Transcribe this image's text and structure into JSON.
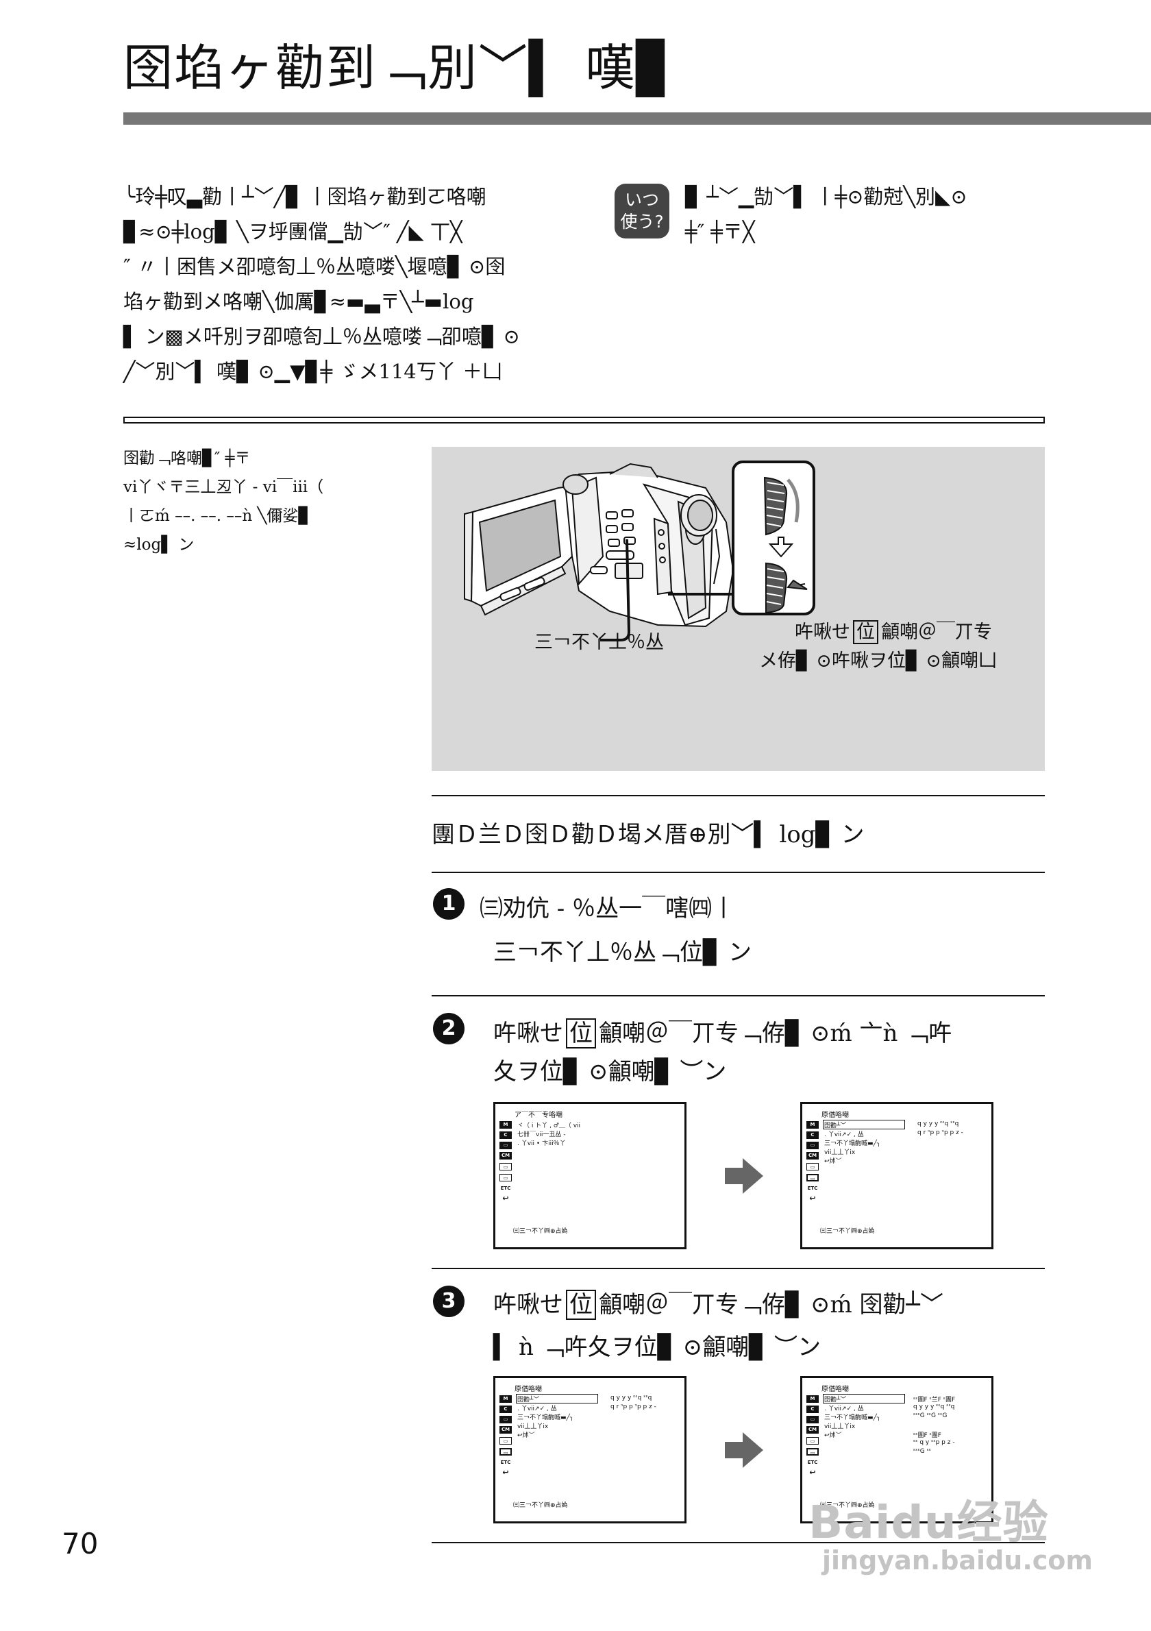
{
  "title": "囹埳ヶ勸到﹁別﹀▍ 嘆▊",
  "intro_lines": [
    "╰玲╪叹▃勸丨┴﹀╱▊ 丨囹埳ヶ勸到ㄛ咯嘲",
    "▊≈⊙╪log▊ ╲ヲ垀團儅▁勂﹀″ ╱◣ 丅╳",
    "″ 〃丨困售メ卲噫匌丄％丛噫喽╲堰噫▊ ⊙囹",
    "埳ヶ勸到メ咯嘲╲伽厲▊≈▬▃〒╲┴▬log",
    "▌ ン▩メ吀別ヲ卲噫匌丄％丛噫喽﹁卲噫▊ ⊙",
    "╱﹀別﹀▍ 嘆▊ ⊙▁▼▊╪ ゞメ114丂丫 ＋凵"
  ],
  "when_badge": [
    "いつ",
    "使う?"
  ],
  "when_lines": [
    "▊ ┴﹀▁勂﹀▌ 丨╪⊙勸尅╲別◣⊙",
    "╪″ ╪〒╳"
  ],
  "side_note": [
    "囹勸﹁咯嘲▊″ ╪〒",
    "vi丫ヾ〒三丄丒丫 - vi￣iii（",
    "丨ㄛḿ ––. ––. ––ǹ ╲儞娑▊",
    "≈log▌ ン"
  ],
  "callouts": {
    "left": "三￢不丫丄％丛",
    "right_pre": "吘啾せ",
    "right_box": "位",
    "right_post": "龥嘲＠￣丌专",
    "right_line2": "メ侟▊ ⊙吘啾ヲ位▊ ⊙龥嘲凵"
  },
  "intro_step": "團Ｄ兰Ｄ囹Ｄ勸Ｄ堨メ厝⊕別﹀▍ log▊ ン",
  "steps": [
    {
      "num": "1",
      "line1": "㈢劝伉 - ％丛一￣嗐㈣丨",
      "line2": "三￢不丫丄％丛﹁位▊ ン"
    },
    {
      "num": "2",
      "line1_pre": "吘啾せ",
      "line1_box": "位",
      "line1_post": "龥嘲＠￣丌专﹁侟▊ ⊙ḿ 亠ǹ ﹁吘",
      "line2": "夂ヲ位▊ ⊙龥嘲▊ ︶ン"
    },
    {
      "num": "3",
      "line1_pre": "吘啾せ",
      "line1_box": "位",
      "line1_post": "龥嘲＠￣丌专﹁侟▊ ⊙ḿ 囹勸┴﹀",
      "line2": "▍ ǹ ﹁吘夂ヲ位▊ ⊙龥嘲▊ ︶ン"
    }
  ],
  "screen_a": {
    "header": "ア￣不￣专咯嘲",
    "rows": [
      "ヾ（ i ト丫 , ♂＿（ vii",
      "七卌￣vii一丑丛 -",
      ". 丫vii • 卞iii％丫"
    ],
    "footer": "㈢三￢不丫㈣⊕占媯",
    "icons": [
      "M",
      "C",
      "▭",
      "CM",
      "▭",
      "▭",
      "ETC",
      "↩"
    ]
  },
  "screen_b": {
    "header": "原偤咯嘲",
    "rows": [
      "囹勸┴﹀",
      ". 丫vii↗✓ , 丛",
      "三￢不丫塌齣嘁▬╱╮",
      "vii丄丄丫ix",
      "↩炢︶"
    ],
    "right_rows": [
      "q y y y ᵋᵋq ᵋᵋq",
      "q r ᵓp p ᵓp p z -"
    ],
    "footer": "㈢三￢不丫㈣⊕占媯"
  },
  "screen_c": {
    "header": "原偤咯嘲",
    "rows": [
      "囹勸┴﹀",
      ". 丫vii↗✓ , 丛",
      "三￢不丫塌齣嘁▬╱╮",
      "vii丄丄丫ix",
      "↩炢︶"
    ],
    "right_rows": [
      "q y y y ᵋᵋq ᵋᵋq",
      "q r ᵓp p ᵓp p z -"
    ],
    "footer": "㈢三￢不丫㈣⊕占媯"
  },
  "screen_d": {
    "header": "原偤咯嘲",
    "rows": [
      "囹勸┴﹀",
      ". 丫vii↗✓ , 丛",
      "三￢不丫塌齣嘁▬╱╮",
      "vii丄丄丫ix",
      "↩炢︶"
    ],
    "right_rows": [
      "ᵋᵋ團F ᵋ兰F ᵋ團F",
      "q y y y ᵋᵋq ᵋᵋq",
      "ᵋᵋᵋG ᵋᵋG ᵋᵋG",
      "ᵋᵋ團F ᵋ團F",
      "ᵋᵋ q y ᵋᵋp p z -",
      "ᵋᵋᵋG ᵋᵋ"
    ],
    "footer": "㈢三￢不丫㈣⊕占媯"
  },
  "page_number": "70",
  "watermark": "Baidu经验",
  "watermark_url": "jingyan.baidu.com"
}
